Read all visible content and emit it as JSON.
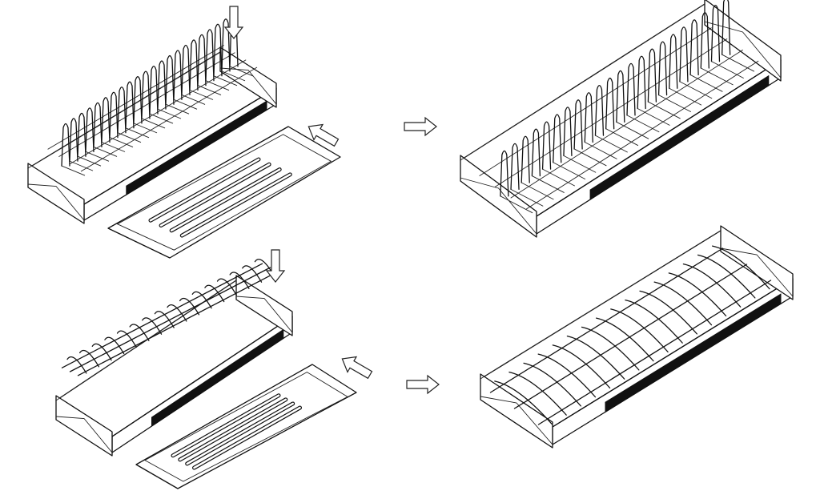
{
  "diagram": {
    "type": "assembly-instructions",
    "colors": {
      "line": "#111111",
      "background": "#ffffff"
    },
    "steps": [
      {
        "name": "plate-rack-exploded",
        "rack": "plate",
        "tines": 22,
        "exploded": true
      },
      {
        "name": "plate-rack-assembled",
        "rack": "plate",
        "tines": 22,
        "exploded": false
      },
      {
        "name": "bowl-rack-exploded",
        "rack": "bowl",
        "tines": 16,
        "exploded": true
      },
      {
        "name": "bowl-rack-assembled",
        "rack": "bowl",
        "tines": 16,
        "exploded": false
      }
    ]
  }
}
